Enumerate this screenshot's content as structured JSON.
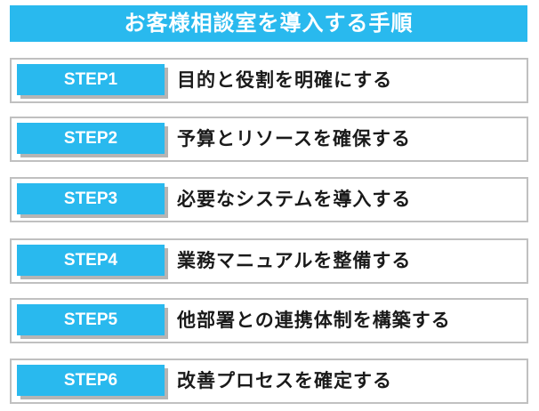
{
  "title": "お客様相談室を導入する手順",
  "steps": [
    {
      "label": "STEP1",
      "text": "目的と役割を明確にする"
    },
    {
      "label": "STEP2",
      "text": "予算とリソースを確保する"
    },
    {
      "label": "STEP3",
      "text": "必要なシステムを導入する"
    },
    {
      "label": "STEP4",
      "text": "業務マニュアルを整備する"
    },
    {
      "label": "STEP5",
      "text": "他部署との連携体制を構築する"
    },
    {
      "label": "STEP6",
      "text": "改善プロセスを確定する"
    }
  ],
  "colors": {
    "accent": "#29b9ee",
    "border": "#c0c0c0",
    "shadow": "#b5b5b5",
    "text": "#1a1a1a"
  }
}
